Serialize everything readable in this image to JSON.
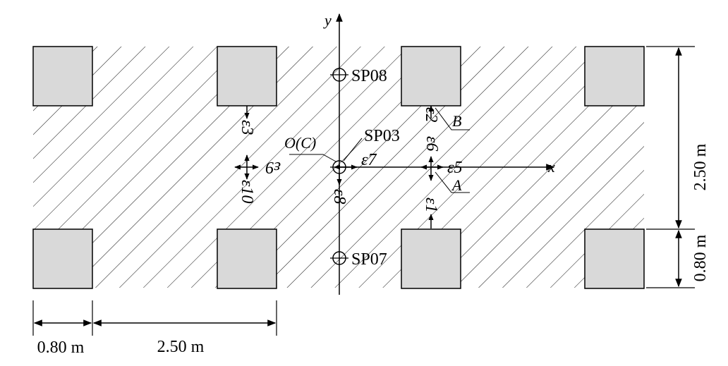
{
  "axes": {
    "x": "x",
    "y": "y"
  },
  "points": {
    "sp08": "SP08",
    "sp03": "SP03",
    "sp07": "SP07",
    "origin": "O(C)",
    "a": "A",
    "b": "B"
  },
  "strains": {
    "e1": "ε1",
    "e2": "ε2",
    "e3": "ε3",
    "e5": "ε5",
    "e6": "ε6",
    "e7": "ε7",
    "e8": "ε8",
    "e9": "ε9",
    "e10": "ε10"
  },
  "dimensions": {
    "right_top": "2.50 m",
    "right_bottom": "0.80 m",
    "bottom_left": "0.80 m",
    "bottom_right": "2.50 m"
  },
  "colors": {
    "block_fill": "#d9d9d9",
    "line": "#000000",
    "hatch": "#222222"
  }
}
